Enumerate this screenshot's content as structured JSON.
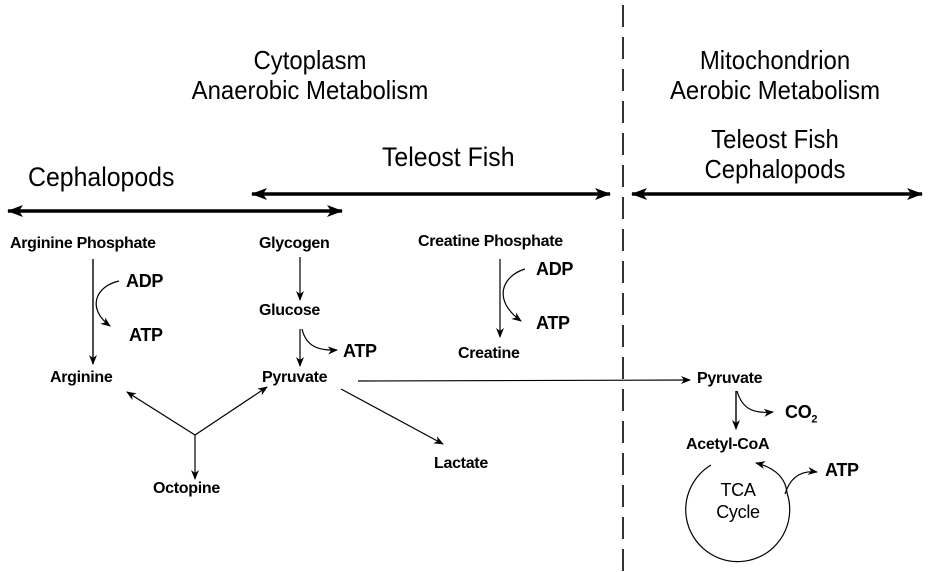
{
  "regions": {
    "cytoplasm": {
      "title": "Cytoplasm",
      "subtitle": "Anaerobic Metabolism"
    },
    "mitochondrion": {
      "title": "Mitochondrion",
      "subtitle": "Aerobic Metabolism"
    }
  },
  "groups": {
    "cephalopods": "Cephalopods",
    "teleost_fish": "Teleost Fish",
    "mito_group_line1": "Teleost Fish",
    "mito_group_line2": "Cephalopods"
  },
  "nodes": {
    "arginine_phosphate": "Arginine Phosphate",
    "arginine": "Arginine",
    "adp_1": "ADP",
    "atp_1": "ATP",
    "glycogen": "Glycogen",
    "glucose": "Glucose",
    "atp_2": "ATP",
    "pyruvate_cyto": "Pyruvate",
    "octopine": "Octopine",
    "lactate": "Lactate",
    "creatine_phosphate": "Creatine Phosphate",
    "adp_3": "ADP",
    "atp_3": "ATP",
    "creatine": "Creatine",
    "pyruvate_mito": "Pyruvate",
    "co2": "CO",
    "co2_sub": "2",
    "acetyl_coa": "Acetyl-CoA",
    "tca_line1": "TCA",
    "tca_line2": "Cycle",
    "atp_4": "ATP"
  },
  "edges": [
    {
      "from": "Arginine Phosphate",
      "to": "Arginine",
      "cofactor_in": "ADP",
      "cofactor_out": "ATP"
    },
    {
      "from": "Glycogen",
      "to": "Glucose"
    },
    {
      "from": "Glucose",
      "to": "Pyruvate",
      "cofactor_out": "ATP"
    },
    {
      "from": "Creatine Phosphate",
      "to": "Creatine",
      "cofactor_in": "ADP",
      "cofactor_out": "ATP"
    },
    {
      "from": "Arginine + Pyruvate",
      "to": "Octopine"
    },
    {
      "from": "Pyruvate",
      "to": "Lactate"
    },
    {
      "from": "Pyruvate (cytoplasm)",
      "to": "Pyruvate (mitochondrion)"
    },
    {
      "from": "Pyruvate",
      "to": "Acetyl-CoA",
      "cofactor_out": "CO2"
    },
    {
      "from": "Acetyl-CoA",
      "to": "TCA Cycle",
      "cofactor_out": "ATP"
    }
  ]
}
